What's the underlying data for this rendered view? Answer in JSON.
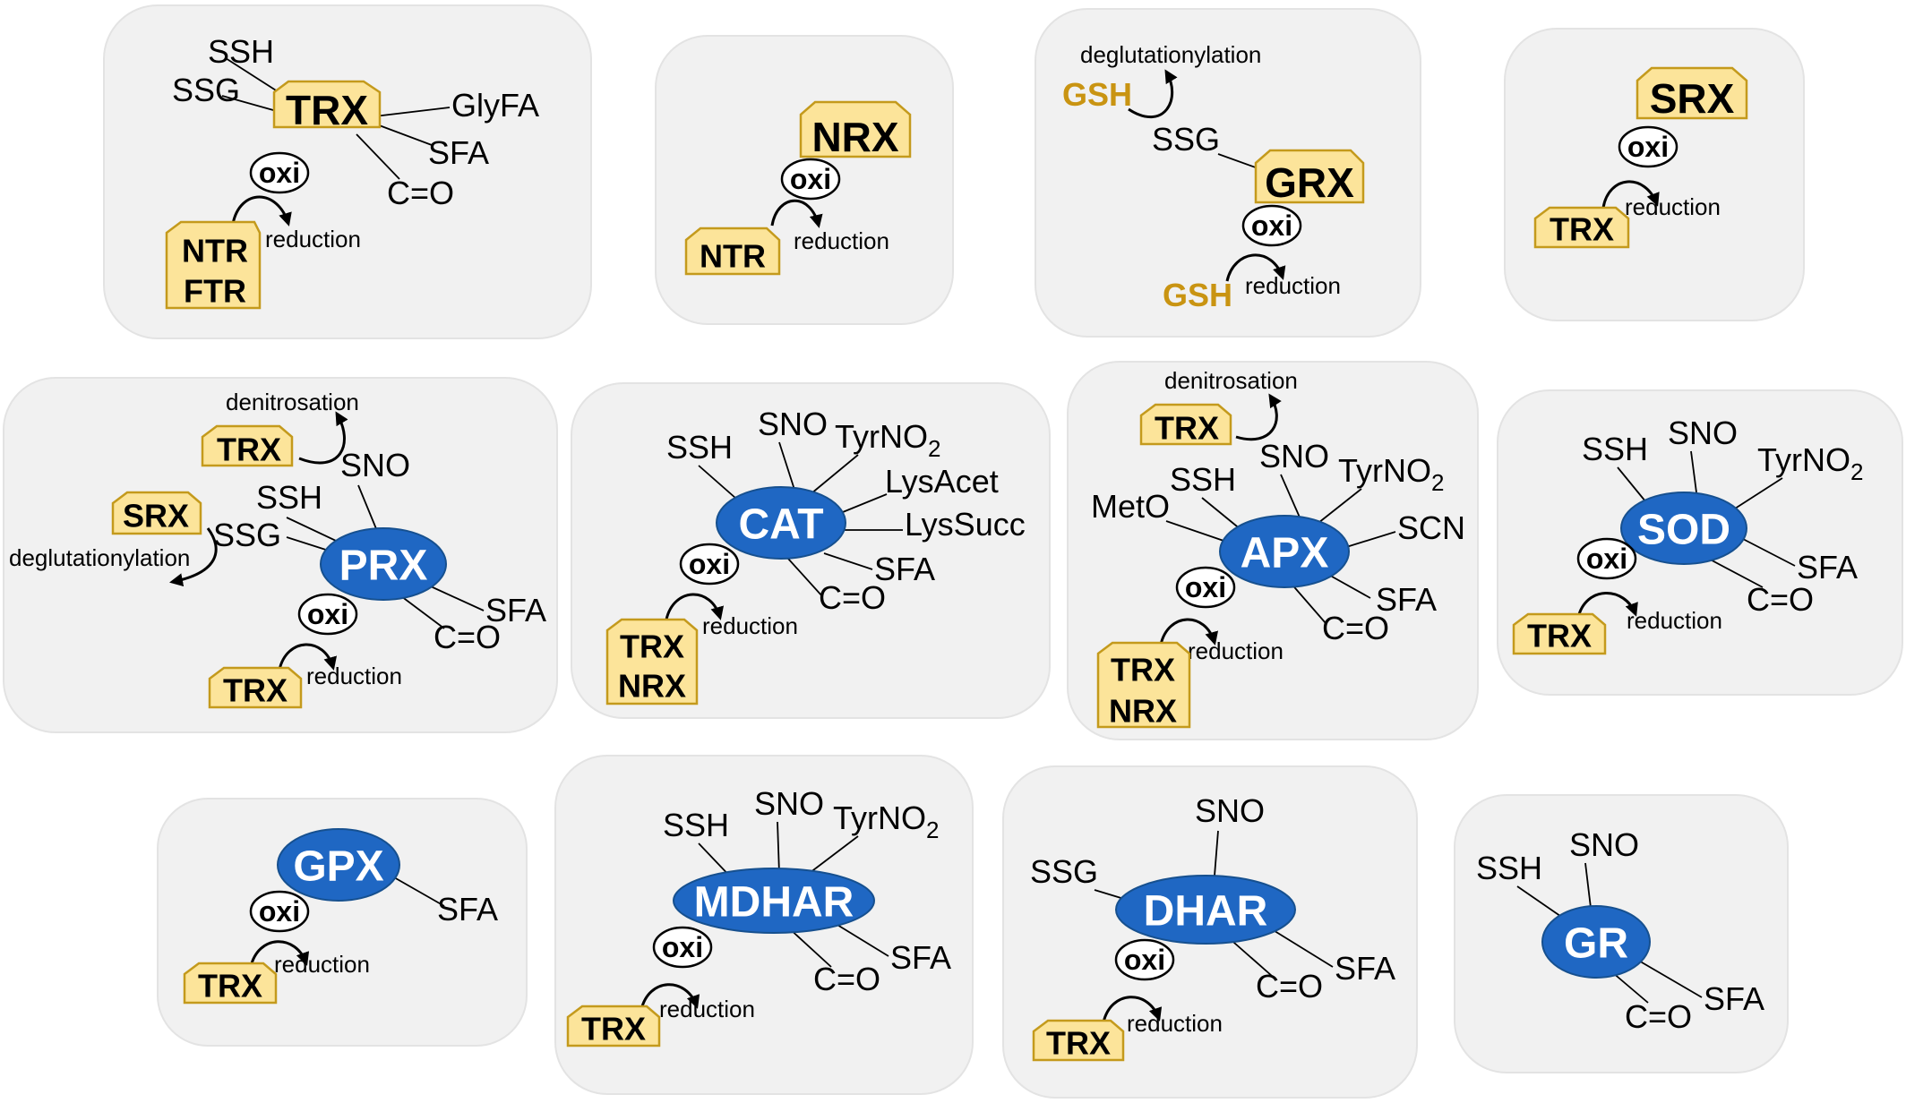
{
  "labels": {
    "oxi": "oxi",
    "reduction": "reduction",
    "denitrosation": "denitrosation",
    "deglutathionylation": "deglutationylation"
  },
  "colors": {
    "panel": "#f1f1f1",
    "enzyme_fill": "#1f67c3",
    "tag_fill": "#fce49a",
    "tag_stroke": "#c49a1c",
    "gsh_text": "#c99412"
  },
  "panels": {
    "trx": {
      "name": "TRX",
      "mods": [
        "SSH",
        "SSG",
        "GlyFA",
        "SFA",
        "C=O"
      ],
      "reducers": [
        "NTR",
        "FTR"
      ]
    },
    "nrx": {
      "name": "NRX",
      "reducers": [
        "NTR"
      ]
    },
    "grx": {
      "name": "GRX",
      "mods": [
        "SSG"
      ],
      "gsh": "GSH"
    },
    "srx": {
      "name": "SRX",
      "reducers": [
        "TRX"
      ]
    },
    "prx": {
      "name": "PRX",
      "mods": [
        "SNO",
        "SSH",
        "SSG",
        "SFA",
        "C=O"
      ],
      "denitrosation_agent": "TRX",
      "deglutathionylation_agent": "SRX",
      "reducers": [
        "TRX"
      ]
    },
    "cat": {
      "name": "CAT",
      "mods": [
        "SSH",
        "SNO",
        "TyrNO",
        "LysAcet",
        "LysSucc",
        "SFA",
        "C=O"
      ],
      "reducers": [
        "TRX",
        "NRX"
      ]
    },
    "apx": {
      "name": "APX",
      "mods": [
        "MetO",
        "SSH",
        "SNO",
        "TyrNO",
        "SCN",
        "SFA",
        "C=O"
      ],
      "denitrosation_agent": "TRX",
      "reducers": [
        "TRX",
        "NRX"
      ]
    },
    "sod": {
      "name": "SOD",
      "mods": [
        "SSH",
        "SNO",
        "TyrNO",
        "SFA",
        "C=O"
      ],
      "reducers": [
        "TRX"
      ]
    },
    "gpx": {
      "name": "GPX",
      "mods": [
        "SFA"
      ],
      "reducers": [
        "TRX"
      ]
    },
    "mdhar": {
      "name": "MDHAR",
      "mods": [
        "SSH",
        "SNO",
        "TyrNO",
        "SFA",
        "C=O"
      ],
      "reducers": [
        "TRX"
      ]
    },
    "dhar": {
      "name": "DHAR",
      "mods": [
        "SNO",
        "SSG",
        "SFA",
        "C=O"
      ],
      "reducers": [
        "TRX"
      ]
    },
    "gr": {
      "name": "GR",
      "mods": [
        "SSH",
        "SNO",
        "SFA",
        "C=O"
      ]
    }
  },
  "subscript_2": "2"
}
